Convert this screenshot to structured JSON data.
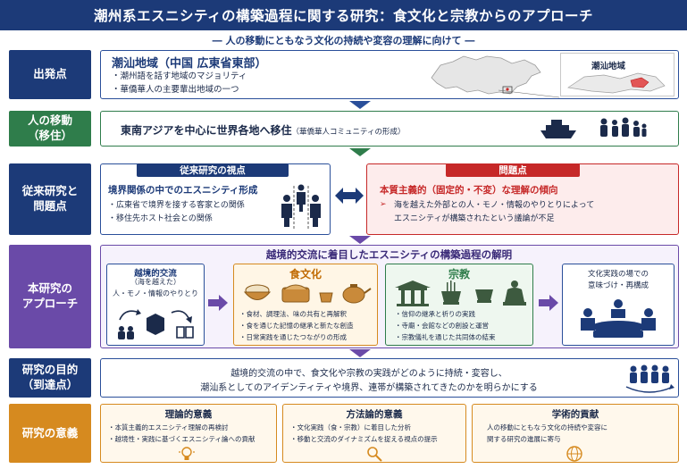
{
  "title": "潮州系エスニシティの構築過程に関する研究：食文化と宗教からのアプローチ",
  "subtitle": "― 人の移動にともなう文化の持続や変容の理解に向けて ―",
  "rows": {
    "origin": {
      "label": "出発点",
      "heading": "潮汕地域（中国 広東省東部）",
      "bullets": [
        "・潮州語を話す地域のマジョリティ",
        "・華僑華人の主要輩出地域の一つ"
      ],
      "inset_label": "潮汕地域"
    },
    "migration": {
      "label_line1": "人の移動",
      "label_line2": "（移住）",
      "text": "東南アジアを中心に世界各地へ移住",
      "note": "（華僑華人コミュニティの形成）"
    },
    "prior": {
      "label_line1": "従来研究と",
      "label_line2": "問題点",
      "left_header": "従来研究の視点",
      "left_heading": "境界関係の中でのエスニシティ形成",
      "left_bullets": [
        "・広東省で境界を接する客家との関係",
        "・移住先ホスト社会との関係"
      ],
      "right_header": "問題点",
      "right_heading": "本質主義的（固定的・不変）な理解の傾向",
      "right_line1": "海を越えた外部との人・モノ・情報のやりとりによって",
      "right_line2": "エスニシティが構築されたという議論が不足",
      "right_marker": "➢"
    },
    "approach": {
      "label_line1": "本研究の",
      "label_line2": "アプローチ",
      "banner": "越境的交流に着目したエスニシティの構築過程の解明",
      "exchange_title": "越境的交流",
      "exchange_sub": "（海を越えた）",
      "exchange_text": "人・モノ・情報のやりとり",
      "food_title": "食文化",
      "food_bullets": [
        "・食材、調理法、味の共有と再解釈",
        "・食を通じた記憶の継承と新たな創造",
        "・日常実践を通じたつながりの形成"
      ],
      "religion_title": "宗教",
      "religion_bullets": [
        "・信仰の継承と祈りの実践",
        "・寺廟・会館などの創設と運営",
        "・宗教儀礼を通じた共同体の結束"
      ],
      "practice_line1": "文化実践の場での",
      "practice_line2": "意味づけ・再構成"
    },
    "goal": {
      "label_line1": "研究の目的",
      "label_line2": "（到達点）",
      "line1": "越境的交流の中で、食文化や宗教の実践がどのように持続・変容し、",
      "line2": "潮汕系としてのアイデンティティや境界、連帯が構築されてきたのかを明らかにする"
    },
    "significance": {
      "label": "研究の意義",
      "items": [
        {
          "title": "理論的意義",
          "lines": [
            "・本質主義的エスニシティ理解の再検討",
            "・越境性・実践に基づくエスニシティ論への貢献"
          ]
        },
        {
          "title": "方法論的意義",
          "lines": [
            "・文化実践（食・宗教）に着目した分析",
            "・移動と交流のダイナミズムを捉える視点の提示"
          ]
        },
        {
          "title": "学術的貢献",
          "lines": [
            "人の移動にともなう文化の持続や変容に",
            "関する研究の進展に寄与"
          ]
        }
      ]
    }
  },
  "colors": {
    "navy": "#1c3a78",
    "blue": "#2a4f9a",
    "green": "#2f7d4b",
    "purple": "#6a4aa8",
    "orange": "#d68a1f",
    "red": "#c62828",
    "problem_bg": "#fdecec"
  },
  "icons": [
    "china-map-icon",
    "ship-icon",
    "family-icon",
    "people-boundary-icon",
    "bidirectional-arrow-icon",
    "exchange-icon",
    "rice-bowl-icon",
    "dumpling-steamer-icon",
    "teapot-icon",
    "temple-icon",
    "incense-burner-icon",
    "buddha-statue-icon",
    "meeting-table-icon",
    "group-circle-icon",
    "lightbulb-icon",
    "magnifier-icon",
    "globe-icon"
  ]
}
